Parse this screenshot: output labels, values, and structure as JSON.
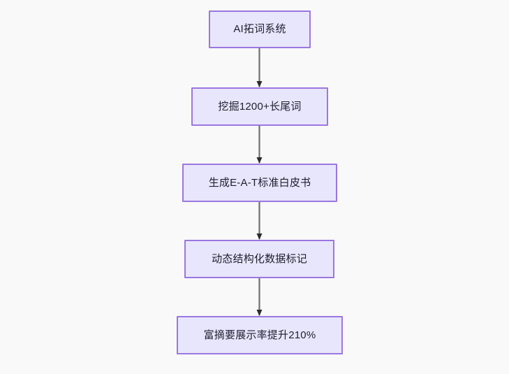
{
  "diagram": {
    "type": "flowchart",
    "direction": "top-to-bottom",
    "background_color": "#f9f9f9",
    "node_fill_color": "#e8e6fc",
    "node_border_color": "#9b77e0",
    "node_text_color": "#1f1f2e",
    "edge_color": "#707070",
    "arrowhead_color": "#2b2b2b",
    "nodes": [
      {
        "id": "n1",
        "label": "AI拓词系统"
      },
      {
        "id": "n2",
        "label": "挖掘1200+长尾词"
      },
      {
        "id": "n3",
        "label": "生成E-A-T标准白皮书"
      },
      {
        "id": "n4",
        "label": "动态结构化数据标记"
      },
      {
        "id": "n5",
        "label": "富摘要展示率提升210%"
      }
    ],
    "edges": [
      {
        "from": "n1",
        "to": "n2",
        "label": ""
      },
      {
        "from": "n2",
        "to": "n3",
        "label": ""
      },
      {
        "from": "n3",
        "to": "n4",
        "label": ""
      },
      {
        "from": "n4",
        "to": "n5",
        "label": ""
      }
    ]
  }
}
